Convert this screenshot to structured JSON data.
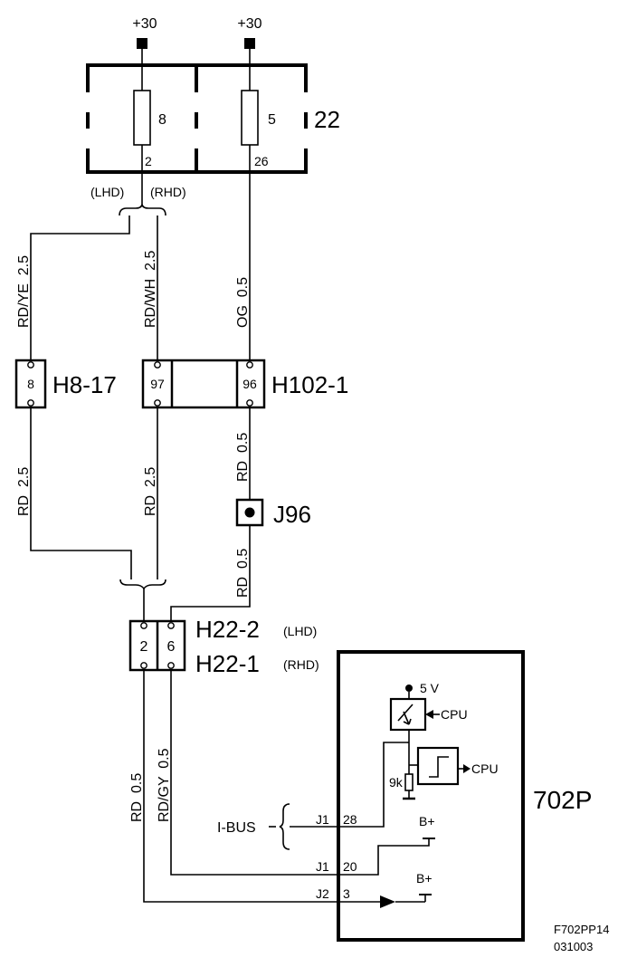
{
  "supply": {
    "left": "+30",
    "right": "+30"
  },
  "fusebox": {
    "label": "22",
    "fuse_left": {
      "number": "8",
      "pin": "2"
    },
    "fuse_right": {
      "number": "5",
      "pin": "26"
    }
  },
  "drive_labels": {
    "lhd": "(LHD)",
    "rhd": "(RHD)"
  },
  "wires": {
    "left_upper": "RD/YE  2.5",
    "mid_upper": "RD/WH  2.5",
    "right_upper": "OG  0.5",
    "left_lower": "RD  2.5",
    "mid_lower": "RD  2.5",
    "right_mid": "RD  0.5",
    "right_lower": "RD  0.5",
    "out_left": "RD  0.5",
    "out_right": "RD/GY  0.5"
  },
  "connectors": {
    "h8_17": {
      "label": "H8-17",
      "pin": "8"
    },
    "h102_1": {
      "label": "H102-1",
      "pin_left": "97",
      "pin_right": "96"
    },
    "j96": {
      "label": "J96"
    },
    "h22": {
      "label_top": "H22-2",
      "label_top_note": "(LHD)",
      "label_bottom": "H22-1",
      "label_bottom_note": "(RHD)",
      "pin_left": "2",
      "pin_right": "6"
    }
  },
  "module": {
    "label": "702P",
    "supply_5v": "5 V",
    "cpu_top": "CPU",
    "cpu_mid": "CPU",
    "resistor": "9k",
    "bplus_top": "B+",
    "bplus_bottom": "B+",
    "ibus": "I-BUS",
    "pins": [
      {
        "conn": "J1",
        "pin": "28"
      },
      {
        "conn": "J1",
        "pin": "20"
      },
      {
        "conn": "J2",
        "pin": "3"
      }
    ]
  },
  "footer": {
    "code": "F702PP14",
    "date": "031003"
  }
}
